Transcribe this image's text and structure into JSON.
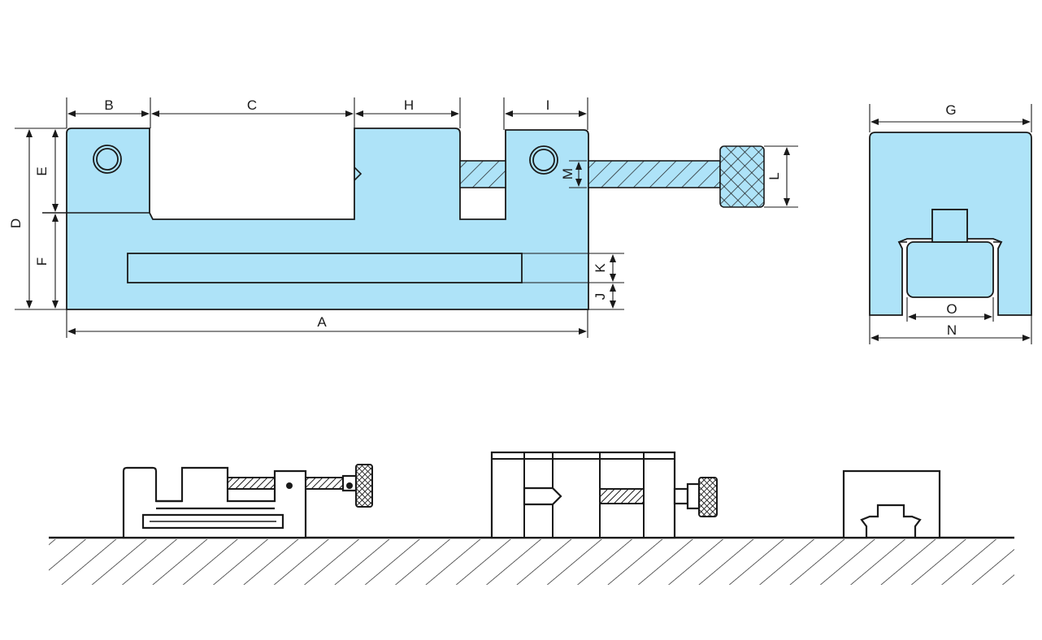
{
  "diagram": {
    "labels": {
      "A": "A",
      "B": "B",
      "C": "C",
      "D": "D",
      "E": "E",
      "F": "F",
      "G": "G",
      "H": "H",
      "I": "I",
      "J": "J",
      "K": "K",
      "L": "L",
      "M": "M",
      "N": "N",
      "O": "O"
    },
    "colors": {
      "body_fill": "#aee3f8",
      "line": "#1a1a1a",
      "background": "#ffffff"
    }
  }
}
